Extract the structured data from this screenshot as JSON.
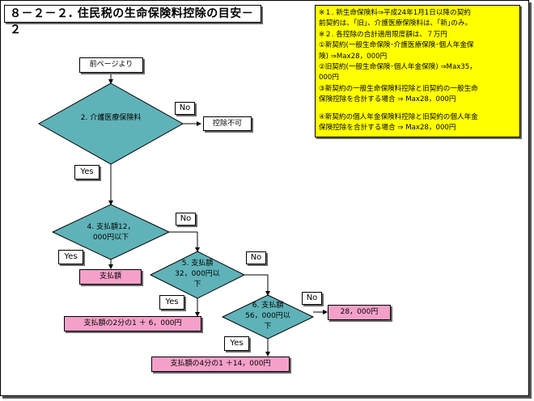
{
  "title": "８－２－２. 住民税の生命保険料控除の目安－２",
  "note": [
    "※１. 新生命保険料⇒平成24年1月1日以降の契約",
    "前契約は、｢旧｣、介護医療保険料は、｢新｣のみ。",
    "※２. 各控除の合計適用限度額は、７万円",
    "①新契約(一般生命保険･介護医療保険･個人年金保",
    "険) ⇒Max28，000円",
    "②旧契約(一般生命保険･個人年金保険) ⇒Max35，",
    "000円",
    "③新契約の一般生命保険料控除と旧契約の一般生命",
    "保険控除を合計する場合 ⇒  Max28，000円",
    "",
    "④新契約の個人年金保険料控除と旧契約の個人年金",
    "保険控除を合計する場合 ⇒  Max28，000円"
  ],
  "flow": {
    "start": "前ページより",
    "q1": "2. 介護医療保険料",
    "no": "No",
    "yes": "Yes",
    "no_deduction": "控除不可",
    "q4": "4. 支払額12，000円以下",
    "r4": "支払額",
    "q5": "5. 支払額32，000円以下",
    "r5": "支払額の2分の1 ＋ 6，000円",
    "q6": "6. 支払額56，000円以下",
    "r6_no": "28，000円",
    "r6": "支払額の4分の1 ＋14，000円"
  },
  "colors": {
    "diamond": "#5fb3b8",
    "pink": "#f5a0c8",
    "note": "#ffff00"
  }
}
